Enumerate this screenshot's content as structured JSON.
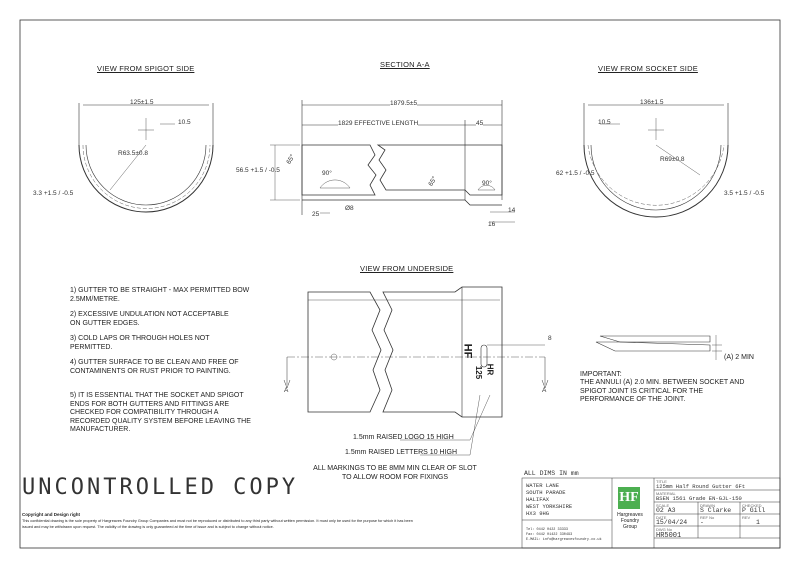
{
  "views": {
    "spigot_title": "VIEW FROM SPIGOT SIDE",
    "section_title": "SECTION A-A",
    "socket_title": "VIEW FROM SOCKET SIDE",
    "underside_title": "VIEW FROM UNDERSIDE"
  },
  "spigot_dims": {
    "width": "125±1.5",
    "offset": "10.5",
    "radius": "R63.5±0.8",
    "thickness": "3.3 +1.5 / -0.5"
  },
  "section_dims": {
    "overall": "1879.5±5",
    "effective": "1829 EFFECTIVE LENGTH",
    "socket_len": "45",
    "height": "56.5 +1.5 / -0.5",
    "angle_90a": "90°",
    "angle_65a": "65°",
    "angle_65b": "65°",
    "angle_90b": "90°",
    "hole": "Ø8",
    "d25": "25",
    "d14": "14",
    "d16": "16"
  },
  "socket_dims": {
    "width": "136±1.5",
    "offset": "10.5",
    "radius": "R69±0.8",
    "height": "62 +1.5 / -0.5",
    "thickness": "3.5 +1.5 / -0.5"
  },
  "notes": [
    "1) GUTTER TO BE STRAIGHT - MAX PERMITTED BOW 2.5mm/metre.",
    "2) EXCESSIVE UNDULATION NOT ACCEPTABLE ON GUTTER EDGES.",
    "3) COLD LAPS OR THROUGH HOLES NOT PERMITTED.",
    "4) GUTTER SURFACE TO BE CLEAN AND FREE OF CONTAMINENTS OR RUST PRIOR TO PAINTING.",
    "5) IT IS ESSENTIAL THAT THE SOCKET AND SPIGOT ENDS FOR BOTH GUTTERS AND FITTINGS ARE CHECKED FOR COMPATIBILITY THROUGH A RECORDED QUALITY SYSTEM BEFORE LEAVING THE MANUFACTURER."
  ],
  "underside": {
    "dim8": "8",
    "marking_hf": "HF",
    "marking_hr": "HR",
    "marking_125": "125",
    "logo_callout": "1.5mm RAISED LOGO 15 HIGH",
    "letters_callout": "1.5mm RAISED LETTERS 10 HIGH",
    "markings_note": "ALL MARKINGS TO BE 8MM MIN CLEAR OF SLOT TO ALLOW ROOM FOR FIXINGS",
    "label_a_left": "A",
    "label_a_right": "A"
  },
  "annulus": {
    "dim": "(A) 2 MIN",
    "important": "IMPORTANT:",
    "text": "THE ANNULI (A) 2.0 MIN. BETWEEN SOCKET AND SPIGOT JOINT IS CRITICAL FOR THE PERFORMANCE OF THE JOINT."
  },
  "stamp": "UNCONTROLLED COPY",
  "copyright": {
    "heading": "Copyright and Design right",
    "line1": "This confidential drawing is the sole property of Hargreaves Foundry Group Companies and must not be reproduced or distributed to any third party without written permission. It must only be used for the purpose for which it has been",
    "line2": "issued and may be withdrawn upon request. The validity of the drawing is only guaranteed at the time of issue and is subject to change without notice."
  },
  "title_block": {
    "all_dims": "ALL DIMS IN mm",
    "address": [
      "WATER LANE",
      "SOUTH PARADE",
      "HALIFAX",
      "WEST YORKSHIRE",
      "HX3 9HG"
    ],
    "contact": [
      "Tel: 0442 0422 33333",
      "Fax: 0442 01422 330493",
      "E-MAIL: info@hargreavesfoundry.co.uk"
    ],
    "logo_text": "HF",
    "company": [
      "Hargreaves",
      "Foundry",
      "Group"
    ],
    "title_label": "TITLE",
    "title": "125mm Half Round Gutter 6Ft",
    "material_label": "MATERIAL",
    "material": "BSEN 1561 Grade EN-GJL-150",
    "scale_label": "SCALE",
    "scale": "02  A3",
    "drawn_label": "DRAWN",
    "drawn": "S Clarke",
    "checked_label": "CHECKED",
    "checked": "P Gill",
    "date_label": "DATE",
    "date": "15/04/24",
    "ref_label": "REF No",
    "ref": "-",
    "rev_label": "REV",
    "rev": "1",
    "dwg_label": "DWG No",
    "dwg": "HR5001"
  }
}
